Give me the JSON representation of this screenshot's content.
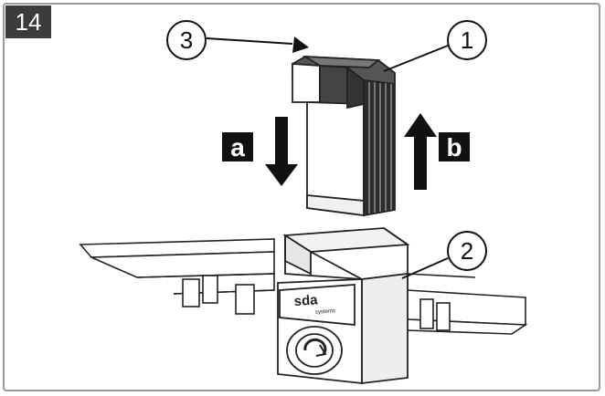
{
  "step": {
    "number": "14"
  },
  "callouts": [
    {
      "id": "1",
      "label": "1"
    },
    {
      "id": "2",
      "label": "2"
    },
    {
      "id": "3",
      "label": "3"
    }
  ],
  "directions": [
    {
      "id": "a",
      "label": "a"
    },
    {
      "id": "b",
      "label": "b"
    }
  ],
  "logo": {
    "text": "sda",
    "subtext": "systems"
  },
  "colors": {
    "ink": "#111111",
    "badge": "#3b3b3b",
    "frame": "#9a9a9a",
    "shade": "#d9d9d9"
  }
}
